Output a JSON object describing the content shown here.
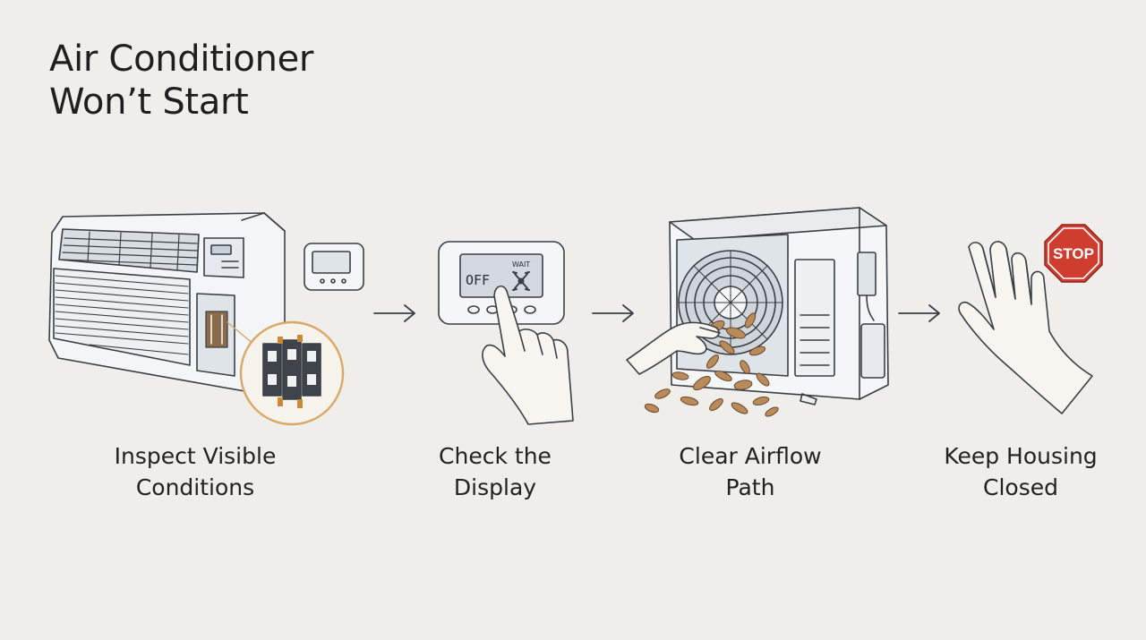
{
  "title": {
    "line1": "Air Conditioner",
    "line2": "Won’t Start"
  },
  "steps": [
    {
      "line1": "Inspect Visible",
      "line2": "Conditions"
    },
    {
      "line1": "Check the",
      "line2": "Display"
    },
    {
      "line1": "Clear Airflow",
      "line2": "Path"
    },
    {
      "line1": "Keep Housing",
      "line2": "Closed"
    }
  ],
  "display": {
    "mode": "OFF",
    "status": "WAIT"
  },
  "stop_sign": {
    "text": "STOP"
  },
  "colors": {
    "stop_red": "#cf3d2e",
    "accent_ring": "#d9a867",
    "leaf": "#b98a5a",
    "line": "#3a3f45",
    "panel": "#f4f6f8"
  },
  "icons": [
    "ptac-unit-icon",
    "wall-thermostat-icon",
    "contactor-closeup-icon",
    "thermostat-display-icon",
    "pointing-hand-icon",
    "outdoor-condenser-icon",
    "leaves-icon",
    "raised-hand-icon",
    "stop-sign-icon",
    "arrow-right-icon"
  ]
}
